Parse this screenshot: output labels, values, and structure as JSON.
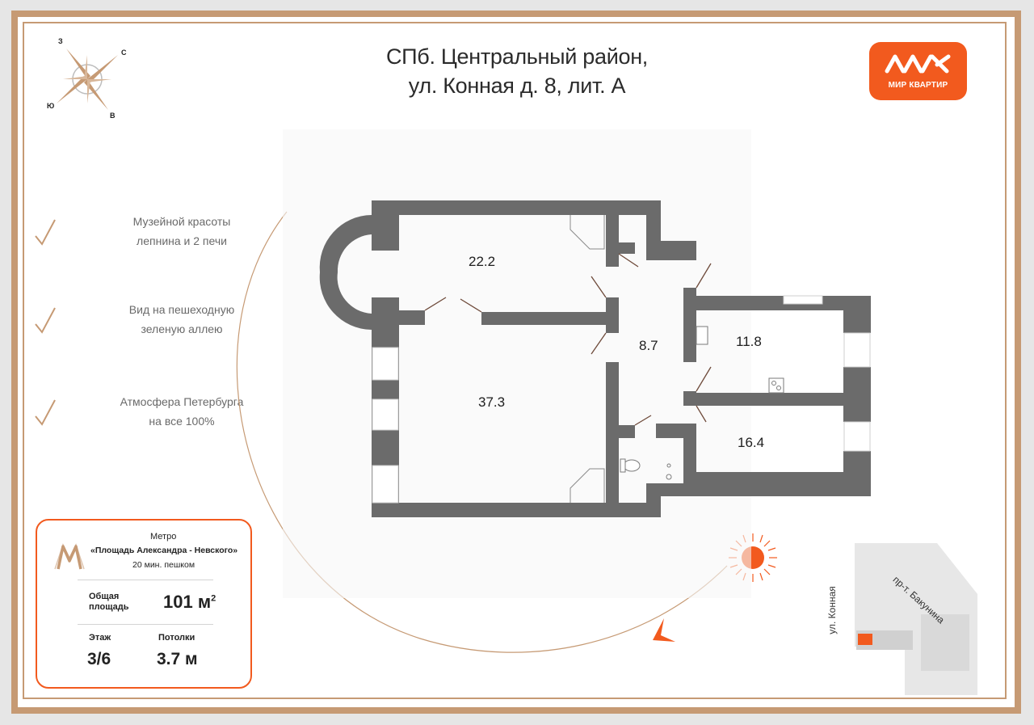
{
  "title": {
    "line1": "СПб. Центральный район,",
    "line2": "ул. Конная д. 8, лит. А"
  },
  "logo": {
    "text": "МИР КВАРТИР"
  },
  "compass": {
    "north": "С",
    "south": "Ю",
    "west": "З",
    "east": "В"
  },
  "features": [
    {
      "line1": "Музейной красоты",
      "line2": "лепнина и 2 печи"
    },
    {
      "line1": "Вид на пешеходную",
      "line2": "зеленую аллею"
    },
    {
      "line1": "Атмосфера Петербурга",
      "line2": "на все 100%"
    }
  ],
  "info": {
    "metro_label": "Метро",
    "metro_station": "«Площадь Александра - Невского»",
    "metro_walk": "20 мин. пешком",
    "area_label_1": "Общая",
    "area_label_2": "площадь",
    "area_value": "101 м",
    "area_unit_sup": "2",
    "floor_label": "Этаж",
    "floor_value": "3/6",
    "ceiling_label": "Потолки",
    "ceiling_value": "3.7 м"
  },
  "rooms": [
    {
      "label": "22.2"
    },
    {
      "label": "37.3"
    },
    {
      "label": "8.7"
    },
    {
      "label": "11.8"
    },
    {
      "label": "16.4"
    }
  ],
  "streets": {
    "konnaya": "ул. Конная",
    "bakunina": "пр-т. Бакунина"
  },
  "colors": {
    "accent": "#f25a1e",
    "frame": "#c69a74",
    "wall": "#6b6b6b",
    "window": "#d9d9d9"
  }
}
